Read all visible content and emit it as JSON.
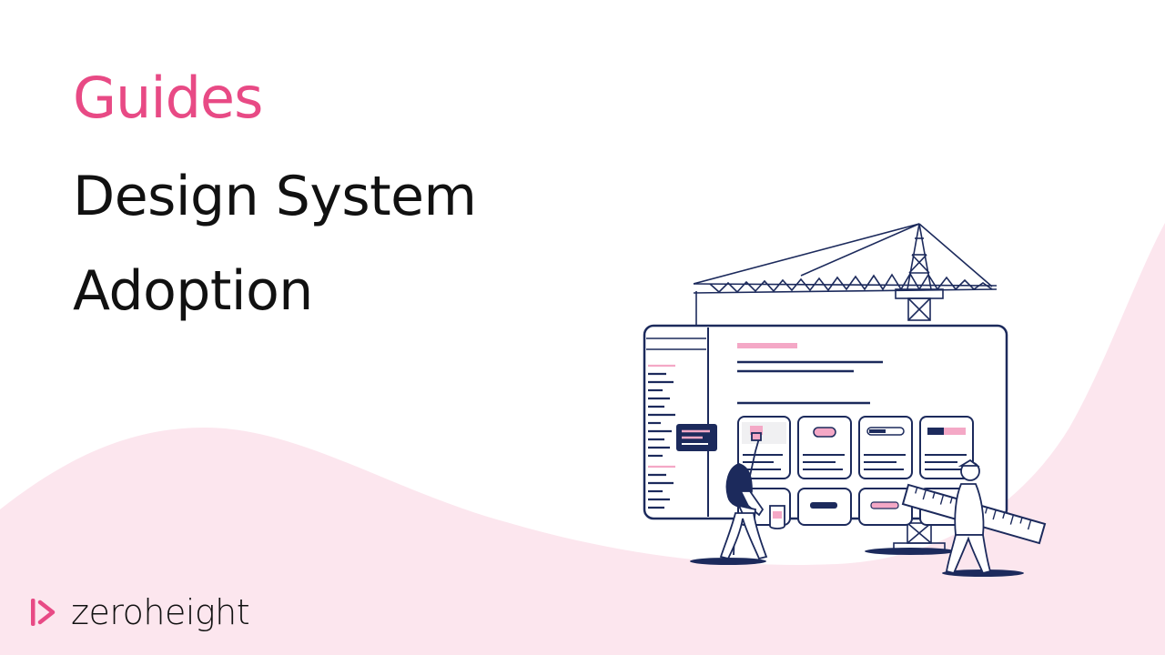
{
  "colors": {
    "accent": "#e84a85",
    "text": "#111111",
    "navy": "#1c2a5c",
    "pink_light": "#fce6ee",
    "pink_mid": "#f4a8c6"
  },
  "header": {
    "eyebrow": "Guides",
    "title_line_1": "Design System",
    "title_line_2": "Adoption"
  },
  "illustration": {
    "icon": "crane-building-ui-illustration"
  },
  "brand": {
    "name": "zeroheight",
    "icon": "zeroheight-logo-icon"
  }
}
